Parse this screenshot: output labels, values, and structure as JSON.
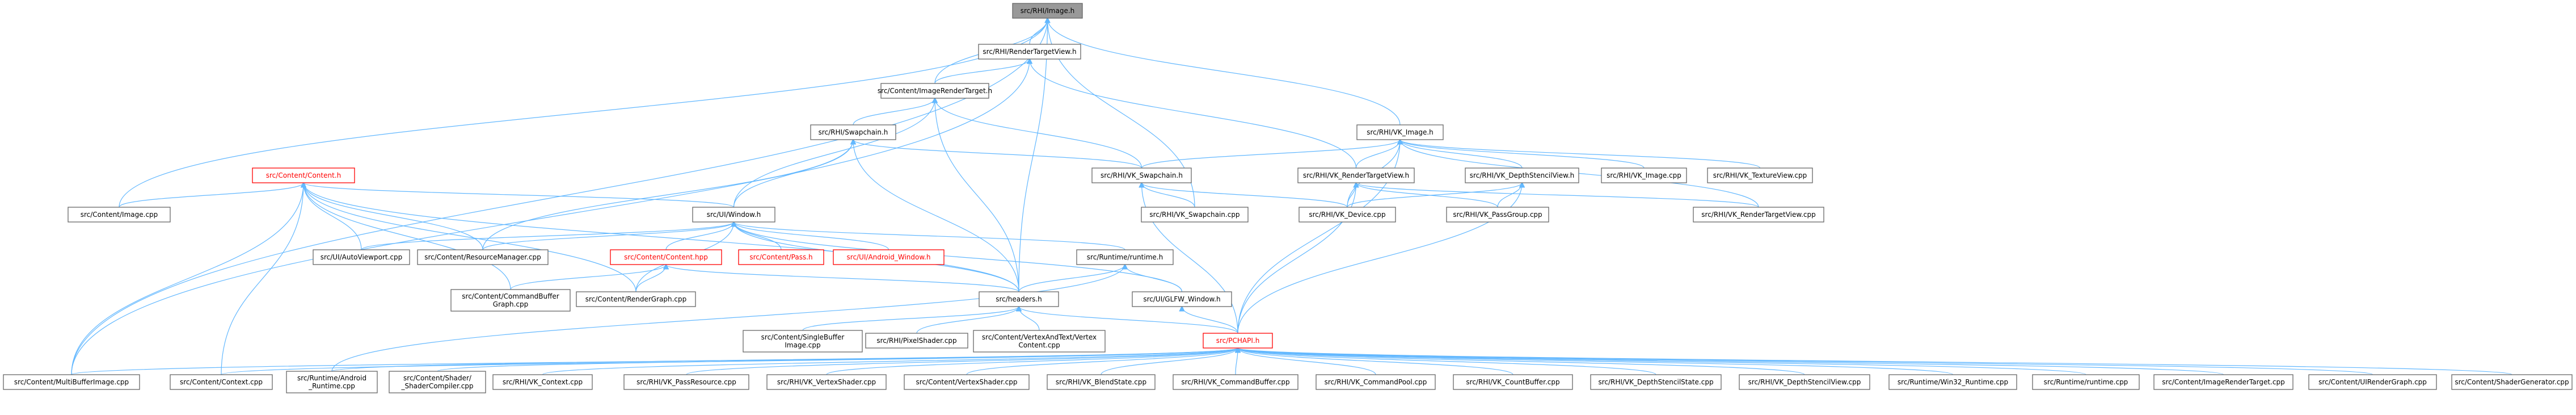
{
  "graph": {
    "nodes": [
      {
        "id": "image_h",
        "lines": [
          "src/RHI/Image.h"
        ],
        "style": "root"
      },
      {
        "id": "rendertargetview_h",
        "lines": [
          "src/RHI/RenderTargetView.h"
        ],
        "style": "normal"
      },
      {
        "id": "content_imagerendertarget_h",
        "lines": [
          "src/Content/ImageRenderTarget.h"
        ],
        "style": "normal"
      },
      {
        "id": "swapchain_h",
        "lines": [
          "src/RHI/Swapchain.h"
        ],
        "style": "normal"
      },
      {
        "id": "vk_image_h",
        "lines": [
          "src/RHI/VK_Image.h"
        ],
        "style": "normal"
      },
      {
        "id": "content_content_h",
        "lines": [
          "src/Content/Content.h"
        ],
        "style": "red"
      },
      {
        "id": "vk_swapchain_h",
        "lines": [
          "src/RHI/VK_Swapchain.h"
        ],
        "style": "normal"
      },
      {
        "id": "vk_rendertargetview_h",
        "lines": [
          "src/RHI/VK_RenderTargetView.h"
        ],
        "style": "normal"
      },
      {
        "id": "vk_depthstencilview_h",
        "lines": [
          "src/RHI/VK_DepthStencilView.h"
        ],
        "style": "normal"
      },
      {
        "id": "vk_image_cpp",
        "lines": [
          "src/RHI/VK_Image.cpp"
        ],
        "style": "normal"
      },
      {
        "id": "vk_textureview_cpp",
        "lines": [
          "src/RHI/VK_TextureView.cpp"
        ],
        "style": "normal"
      },
      {
        "id": "content_image_cpp",
        "lines": [
          "src/Content/Image.cpp"
        ],
        "style": "normal"
      },
      {
        "id": "ui_window_h",
        "lines": [
          "src/UI/Window.h"
        ],
        "style": "normal"
      },
      {
        "id": "vk_swapchain_cpp",
        "lines": [
          "src/RHI/VK_Swapchain.cpp"
        ],
        "style": "normal"
      },
      {
        "id": "vk_device_cpp",
        "lines": [
          "src/RHI/VK_Device.cpp"
        ],
        "style": "normal"
      },
      {
        "id": "vk_passgroup_cpp",
        "lines": [
          "src/RHI/VK_PassGroup.cpp"
        ],
        "style": "normal"
      },
      {
        "id": "vk_rendertargetview_cpp",
        "lines": [
          "src/RHI/VK_RenderTargetView.cpp"
        ],
        "style": "normal"
      },
      {
        "id": "ui_autoviewport_cpp",
        "lines": [
          "src/UI/AutoViewport.cpp"
        ],
        "style": "normal"
      },
      {
        "id": "content_resourcemanager_cpp",
        "lines": [
          "src/Content/ResourceManager.cpp"
        ],
        "style": "normal"
      },
      {
        "id": "content_content_hpp",
        "lines": [
          "src/Content/Content.hpp"
        ],
        "style": "red"
      },
      {
        "id": "content_pass_h",
        "lines": [
          "src/Content/Pass.h"
        ],
        "style": "red"
      },
      {
        "id": "ui_android_window_h",
        "lines": [
          "src/UI/Android_Window.h"
        ],
        "style": "red"
      },
      {
        "id": "runtime_runtime_h",
        "lines": [
          "src/Runtime/runtime.h"
        ],
        "style": "normal"
      },
      {
        "id": "content_commandbuffer_graph_cpp",
        "lines": [
          "src/Content/CommandBuffer",
          "Graph.cpp"
        ],
        "style": "normal"
      },
      {
        "id": "content_rendergraph_cpp",
        "lines": [
          "src/Content/RenderGraph.cpp"
        ],
        "style": "normal"
      },
      {
        "id": "headers_h",
        "lines": [
          "src/headers.h"
        ],
        "style": "normal"
      },
      {
        "id": "ui_glfw_window_h",
        "lines": [
          "src/UI/GLFW_Window.h"
        ],
        "style": "normal"
      },
      {
        "id": "content_singlebuffer_image_cpp",
        "lines": [
          "src/Content/SingleBuffer",
          "Image.cpp"
        ],
        "style": "normal"
      },
      {
        "id": "rhi_pixelshader_cpp",
        "lines": [
          "src/RHI/PixelShader.cpp"
        ],
        "style": "normal"
      },
      {
        "id": "content_vertexandtext_vertex_content_cpp",
        "lines": [
          "src/Content/VertexAndText/Vertex",
          "Content.cpp"
        ],
        "style": "normal"
      },
      {
        "id": "pchapi_h",
        "lines": [
          "src/PCHAPI.h"
        ],
        "style": "red"
      },
      {
        "id": "content_multibufferimage_cpp",
        "lines": [
          "src/Content/MultiBufferImage.cpp"
        ],
        "style": "normal"
      },
      {
        "id": "content_context_cpp",
        "lines": [
          "src/Content/Context.cpp"
        ],
        "style": "normal"
      },
      {
        "id": "runtime_android_runtime_cpp",
        "lines": [
          "src/Runtime/Android",
          "_Runtime.cpp"
        ],
        "style": "normal"
      },
      {
        "id": "content_shader_shadercompiler_cpp",
        "lines": [
          "src/Content/Shader/",
          "_ShaderCompiler.cpp"
        ],
        "style": "normal"
      },
      {
        "id": "vk_context_cpp",
        "lines": [
          "src/RHI/VK_Context.cpp"
        ],
        "style": "normal"
      },
      {
        "id": "vk_passresource_cpp",
        "lines": [
          "src/RHI/VK_PassResource.cpp"
        ],
        "style": "normal"
      },
      {
        "id": "vk_vertexshader_cpp",
        "lines": [
          "src/RHI/VK_VertexShader.cpp"
        ],
        "style": "normal"
      },
      {
        "id": "content_vertexshader_cpp",
        "lines": [
          "src/Content/VertexShader.cpp"
        ],
        "style": "normal"
      },
      {
        "id": "vk_blendstate_cpp",
        "lines": [
          "src/RHI/VK_BlendState.cpp"
        ],
        "style": "normal"
      },
      {
        "id": "vk_commandbuffer_cpp",
        "lines": [
          "src/RHI/VK_CommandBuffer.cpp"
        ],
        "style": "normal"
      },
      {
        "id": "vk_commandpool_cpp",
        "lines": [
          "src/RHI/VK_CommandPool.cpp"
        ],
        "style": "normal"
      },
      {
        "id": "vk_countbuffer_cpp",
        "lines": [
          "src/RHI/VK_CountBuffer.cpp"
        ],
        "style": "normal"
      },
      {
        "id": "vk_depthstencilstate_cpp",
        "lines": [
          "src/RHI/VK_DepthStencilState.cpp"
        ],
        "style": "normal"
      },
      {
        "id": "vk_depthstencilview_cpp",
        "lines": [
          "src/RHI/VK_DepthStencilView.cpp"
        ],
        "style": "normal"
      },
      {
        "id": "runtime_win32_runtime_cpp",
        "lines": [
          "src/Runtime/Win32_Runtime.cpp"
        ],
        "style": "normal"
      },
      {
        "id": "runtime_runtime_cpp",
        "lines": [
          "src/Runtime/runtime.cpp"
        ],
        "style": "normal"
      },
      {
        "id": "content_imagerendertarget_cpp",
        "lines": [
          "src/Content/ImageRenderTarget.cpp"
        ],
        "style": "normal"
      },
      {
        "id": "content_uirendergraph_cpp",
        "lines": [
          "src/Content/UIRenderGraph.cpp"
        ],
        "style": "normal"
      },
      {
        "id": "content_shadergenerator_cpp",
        "lines": [
          "src/Content/ShaderGenerator.cpp"
        ],
        "style": "normal"
      }
    ],
    "edges": [
      [
        "image_h",
        "rendertargetview_h"
      ],
      [
        "image_h",
        "content_imagerendertarget_h"
      ],
      [
        "image_h",
        "vk_image_h"
      ],
      [
        "image_h",
        "content_image_cpp"
      ],
      [
        "image_h",
        "content_multibufferimage_cpp"
      ],
      [
        "image_h",
        "headers_h"
      ],
      [
        "image_h",
        "vk_swapchain_cpp"
      ],
      [
        "rendertargetview_h",
        "content_imagerendertarget_h"
      ],
      [
        "rendertargetview_h",
        "vk_rendertargetview_h"
      ],
      [
        "rendertargetview_h",
        "content_multibufferimage_cpp"
      ],
      [
        "content_imagerendertarget_h",
        "swapchain_h"
      ],
      [
        "content_imagerendertarget_h",
        "vk_swapchain_h"
      ],
      [
        "content_imagerendertarget_h",
        "ui_window_h"
      ],
      [
        "content_imagerendertarget_h",
        "headers_h"
      ],
      [
        "swapchain_h",
        "vk_swapchain_h"
      ],
      [
        "swapchain_h",
        "ui_window_h"
      ],
      [
        "swapchain_h",
        "content_resourcemanager_cpp"
      ],
      [
        "swapchain_h",
        "headers_h"
      ],
      [
        "vk_image_h",
        "vk_swapchain_h"
      ],
      [
        "vk_image_h",
        "vk_rendertargetview_h"
      ],
      [
        "vk_image_h",
        "vk_depthstencilview_h"
      ],
      [
        "vk_image_h",
        "vk_image_cpp"
      ],
      [
        "vk_image_h",
        "vk_textureview_cpp"
      ],
      [
        "vk_image_h",
        "vk_device_cpp"
      ],
      [
        "vk_image_h",
        "vk_rendertargetview_cpp"
      ],
      [
        "vk_image_h",
        "pchapi_h"
      ],
      [
        "content_content_h",
        "content_image_cpp"
      ],
      [
        "content_content_h",
        "ui_window_h"
      ],
      [
        "content_content_h",
        "ui_autoviewport_cpp"
      ],
      [
        "content_content_h",
        "content_resourcemanager_cpp"
      ],
      [
        "content_content_h",
        "content_commandbuffer_graph_cpp"
      ],
      [
        "content_content_h",
        "content_rendergraph_cpp"
      ],
      [
        "content_content_h",
        "headers_h"
      ],
      [
        "content_content_h",
        "content_multibufferimage_cpp"
      ],
      [
        "content_content_h",
        "content_context_cpp"
      ],
      [
        "vk_swapchain_h",
        "vk_swapchain_cpp"
      ],
      [
        "vk_swapchain_h",
        "vk_device_cpp"
      ],
      [
        "vk_swapchain_h",
        "pchapi_h"
      ],
      [
        "vk_rendertargetview_h",
        "vk_device_cpp"
      ],
      [
        "vk_rendertargetview_h",
        "vk_passgroup_cpp"
      ],
      [
        "vk_rendertargetview_h",
        "vk_rendertargetview_cpp"
      ],
      [
        "vk_rendertargetview_h",
        "pchapi_h"
      ],
      [
        "vk_depthstencilview_h",
        "vk_device_cpp"
      ],
      [
        "vk_depthstencilview_h",
        "vk_passgroup_cpp"
      ],
      [
        "vk_depthstencilview_h",
        "pchapi_h"
      ],
      [
        "ui_window_h",
        "ui_autoviewport_cpp"
      ],
      [
        "ui_window_h",
        "content_resourcemanager_cpp"
      ],
      [
        "ui_window_h",
        "content_content_hpp"
      ],
      [
        "ui_window_h",
        "content_pass_h"
      ],
      [
        "ui_window_h",
        "ui_android_window_h"
      ],
      [
        "ui_window_h",
        "runtime_runtime_h"
      ],
      [
        "ui_window_h",
        "content_rendergraph_cpp"
      ],
      [
        "ui_window_h",
        "headers_h"
      ],
      [
        "ui_window_h",
        "ui_glfw_window_h"
      ],
      [
        "content_content_hpp",
        "content_commandbuffer_graph_cpp"
      ],
      [
        "content_content_hpp",
        "content_rendergraph_cpp"
      ],
      [
        "content_content_hpp",
        "headers_h"
      ],
      [
        "runtime_runtime_h",
        "headers_h"
      ],
      [
        "runtime_runtime_h",
        "ui_glfw_window_h"
      ],
      [
        "runtime_runtime_h",
        "runtime_android_runtime_cpp"
      ],
      [
        "headers_h",
        "content_singlebuffer_image_cpp"
      ],
      [
        "headers_h",
        "rhi_pixelshader_cpp"
      ],
      [
        "headers_h",
        "content_vertexandtext_vertex_content_cpp"
      ],
      [
        "headers_h",
        "pchapi_h"
      ],
      [
        "ui_glfw_window_h",
        "pchapi_h"
      ],
      [
        "pchapi_h",
        "content_multibufferimage_cpp"
      ],
      [
        "pchapi_h",
        "content_context_cpp"
      ],
      [
        "pchapi_h",
        "runtime_android_runtime_cpp"
      ],
      [
        "pchapi_h",
        "content_shader_shadercompiler_cpp"
      ],
      [
        "pchapi_h",
        "vk_context_cpp"
      ],
      [
        "pchapi_h",
        "vk_passresource_cpp"
      ],
      [
        "pchapi_h",
        "vk_vertexshader_cpp"
      ],
      [
        "pchapi_h",
        "content_vertexshader_cpp"
      ],
      [
        "pchapi_h",
        "vk_blendstate_cpp"
      ],
      [
        "pchapi_h",
        "vk_commandbuffer_cpp"
      ],
      [
        "pchapi_h",
        "vk_commandpool_cpp"
      ],
      [
        "pchapi_h",
        "vk_countbuffer_cpp"
      ],
      [
        "pchapi_h",
        "vk_depthstencilstate_cpp"
      ],
      [
        "pchapi_h",
        "vk_depthstencilview_cpp"
      ],
      [
        "pchapi_h",
        "runtime_win32_runtime_cpp"
      ],
      [
        "pchapi_h",
        "runtime_runtime_cpp"
      ],
      [
        "pchapi_h",
        "content_imagerendertarget_cpp"
      ],
      [
        "pchapi_h",
        "content_uirendergraph_cpp"
      ],
      [
        "pchapi_h",
        "content_shadergenerator_cpp"
      ]
    ]
  }
}
